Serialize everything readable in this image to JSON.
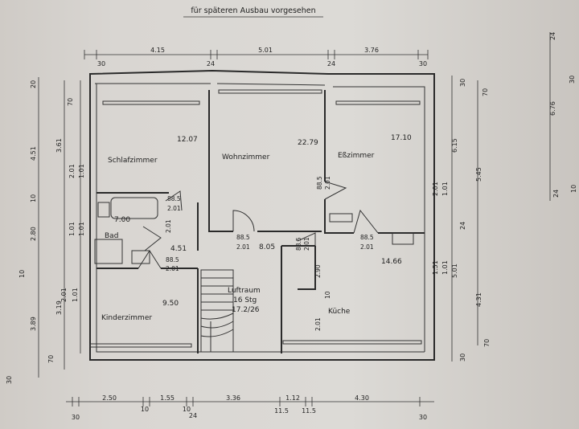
{
  "header": {
    "note": "für späteren Ausbau vorgesehen"
  },
  "rooms": {
    "schlafzimmer": {
      "name": "Schlafzimmer",
      "area": "12.07"
    },
    "wohnzimmer": {
      "name": "Wohnzimmer",
      "area": "22.79"
    },
    "esszimmer": {
      "name": "Eßzimmer",
      "area": "17.10"
    },
    "bad": {
      "name": "Bad",
      "area": "7.00"
    },
    "flur": {
      "area": "4.51"
    },
    "kinderzimmer": {
      "name": "Kinderzimmer",
      "area": "9.50"
    },
    "luftraum": {
      "name": "Luftraum",
      "steps": "16 Stg",
      "ratio": "17.2/26"
    },
    "kueche": {
      "name": "Küche",
      "area": "14.66"
    },
    "diele": {
      "area": "8.05"
    }
  },
  "doors": {
    "d_bad_top": "88.5",
    "d_bad_bot": "2.01",
    "d_bad_mid": "2.01",
    "d_flur_top": "88.5",
    "d_flur_bot": "2.01",
    "d_wohn_top": "88.5",
    "d_wohn_bot": "2.01",
    "d_ess_top": "88.5",
    "d_ess_bot": "2.01",
    "d_wohnr_a": "88.5",
    "d_wohnr_b": "2.01",
    "d_diele_a": "88.5",
    "d_diele_b": "2.01",
    "d_stair_a": "2.90",
    "d_stair_b": "10",
    "d_kueche_b": "2.01"
  },
  "dims_top": [
    "30",
    "4.15",
    "24",
    "5.01",
    "24",
    "3.76",
    "30"
  ],
  "dims_bottom_1": [
    "2.50",
    "10",
    "1.55",
    "10",
    "24",
    "3.36",
    "1.12",
    "4.30"
  ],
  "dims_bottom_2": [
    "30",
    "24",
    "11.5",
    "11.5",
    "30"
  ],
  "dims_left_outer": [
    "20",
    "4.51",
    "10",
    "2.80",
    "10",
    "3.89",
    "30"
  ],
  "dims_left_inner": [
    "70",
    "3.61",
    "2.01",
    "1.01",
    "1.01",
    "1.01",
    "2.01",
    "1.01",
    "3.19",
    "70"
  ],
  "dims_right_inner": [
    "30",
    "70",
    "6.15",
    "2.01",
    "1.01",
    "5.45",
    "24",
    "1.51",
    "1.01",
    "5.01",
    "4.31",
    "70",
    "30"
  ],
  "dims_right_outer": [
    "24",
    "30",
    "6.76",
    "24",
    "10"
  ]
}
